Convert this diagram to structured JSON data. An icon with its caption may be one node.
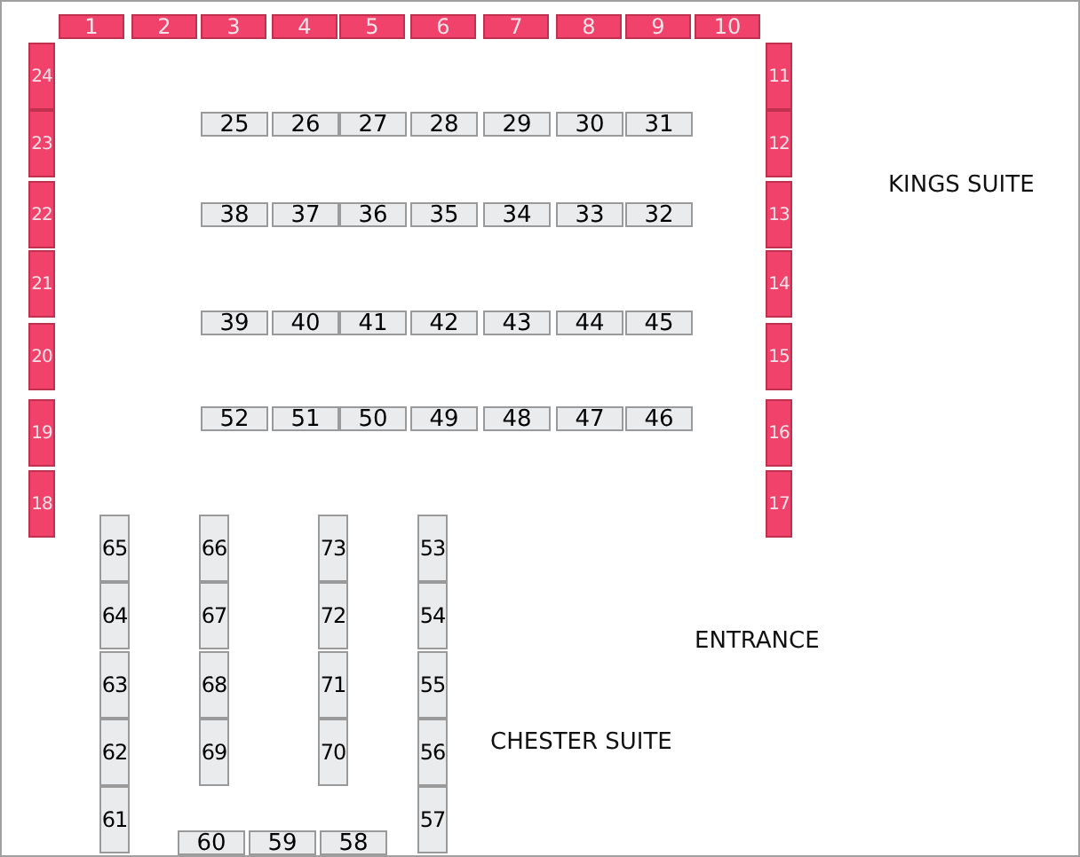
{
  "diagram": {
    "nodes": [
      {
        "text": [
          "1"
        ]
      },
      {
        "text": [
          "2"
        ]
      },
      {
        "text": [
          "3"
        ]
      },
      {
        "text": [
          "4"
        ]
      },
      {
        "text": [
          "5"
        ]
      },
      {
        "text": [
          "6"
        ]
      },
      {
        "text": [
          "7"
        ]
      },
      {
        "text": [
          "8"
        ]
      },
      {
        "text": [
          "9"
        ]
      },
      {
        "text": [
          "10"
        ]
      },
      {
        "text": [
          "11"
        ]
      },
      {
        "text": [
          "12"
        ]
      },
      {
        "text": [
          "13"
        ]
      },
      {
        "text": [
          "14"
        ]
      },
      {
        "text": [
          "15"
        ]
      },
      {
        "text": [
          "16"
        ]
      },
      {
        "text": [
          "17"
        ]
      },
      {
        "text": [
          "18"
        ]
      },
      {
        "text": [
          "19"
        ]
      },
      {
        "text": [
          "20"
        ]
      },
      {
        "text": [
          "21"
        ]
      },
      {
        "text": [
          "22"
        ]
      },
      {
        "text": [
          "23"
        ]
      },
      {
        "text": [
          "24"
        ]
      },
      {
        "text": [
          "25"
        ]
      },
      {
        "text": [
          "26"
        ]
      },
      {
        "text": [
          "27"
        ]
      },
      {
        "text": [
          "28"
        ]
      },
      {
        "text": [
          "29"
        ]
      },
      {
        "text": [
          "30"
        ]
      },
      {
        "text": [
          "31"
        ]
      },
      {
        "text": [
          "32"
        ]
      },
      {
        "text": [
          "33"
        ]
      },
      {
        "text": [
          "34"
        ]
      },
      {
        "text": [
          "35"
        ]
      },
      {
        "text": [
          "36"
        ]
      },
      {
        "text": [
          "37"
        ]
      },
      {
        "text": [
          "38"
        ]
      },
      {
        "text": [
          "39"
        ]
      },
      {
        "text": [
          "40"
        ]
      },
      {
        "text": [
          "41"
        ]
      },
      {
        "text": [
          "42"
        ]
      },
      {
        "text": [
          "43"
        ]
      },
      {
        "text": [
          "44"
        ]
      },
      {
        "text": [
          "45"
        ]
      },
      {
        "text": [
          "46"
        ]
      },
      {
        "text": [
          "47"
        ]
      },
      {
        "text": [
          "48"
        ]
      },
      {
        "text": [
          "49"
        ]
      },
      {
        "text": [
          "50"
        ]
      },
      {
        "text": [
          "51"
        ]
      },
      {
        "text": [
          "52"
        ]
      },
      {
        "text": [
          "53"
        ]
      },
      {
        "text": [
          "54"
        ]
      },
      {
        "text": [
          "55"
        ]
      },
      {
        "text": [
          "56"
        ]
      },
      {
        "text": [
          "57"
        ]
      },
      {
        "text": [
          "58"
        ]
      },
      {
        "text": [
          "59"
        ]
      },
      {
        "text": [
          "60"
        ]
      },
      {
        "text": [
          "61"
        ]
      },
      {
        "text": [
          "62"
        ]
      },
      {
        "text": [
          "63"
        ]
      },
      {
        "text": [
          "64"
        ]
      },
      {
        "text": [
          "65"
        ]
      },
      {
        "text": [
          "66"
        ]
      },
      {
        "text": [
          "67"
        ]
      },
      {
        "text": [
          "68"
        ]
      },
      {
        "text": [
          "69"
        ]
      },
      {
        "text": [
          "70"
        ]
      },
      {
        "text": [
          "71"
        ]
      },
      {
        "text": [
          "72"
        ]
      },
      {
        "text": [
          "73"
        ]
      }
    ],
    "labels": [
      "KINGS SUITE",
      "ENTRANCE",
      "CHESTER SUITE"
    ]
  }
}
